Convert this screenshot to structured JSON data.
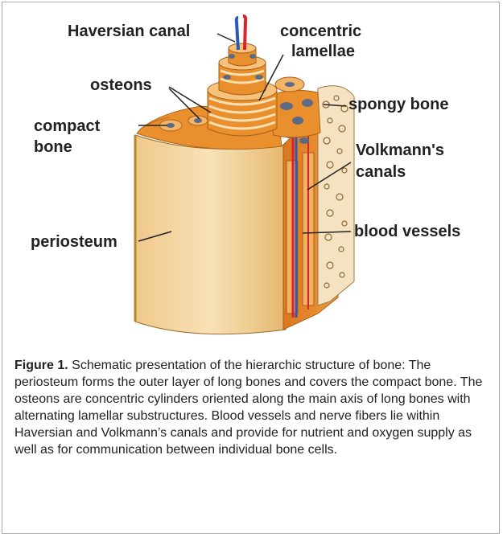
{
  "labels": {
    "haversian_canal": "Haversian canal",
    "concentric_lamellae_1": "concentric",
    "concentric_lamellae_2": "lamellae",
    "osteons": "osteons",
    "compact_bone_1": "compact",
    "compact_bone_2": "bone",
    "spongy_bone": "spongy bone",
    "volkmanns_canals_1": "Volkmann's",
    "volkmanns_canals_2": "canals",
    "periosteum": "periosteum",
    "blood_vessels": "blood vessels"
  },
  "caption": {
    "figure_label": "Figure 1.",
    "text": "Schematic presentation of the hierarchic structure of bone: The periosteum forms the outer layer of long bones and covers the compact bone. The osteons are concentric cylinders oriented along the main axis of long bones with alternating lamellar substructures. Blood vessels and nerve fibers lie within Haversian and Volkmann’s canals and provide for nutrient and oxygen supply as well as for communication between individual bone cells."
  },
  "colors": {
    "periosteum": "#f2d29c",
    "compact_bone": "#e98e2c",
    "lamellae_light": "#f7c98a",
    "cell_dots": "#5d6a86",
    "artery": "#d8252c",
    "vein": "#2c5bb5",
    "border": "#a9a9a9"
  }
}
